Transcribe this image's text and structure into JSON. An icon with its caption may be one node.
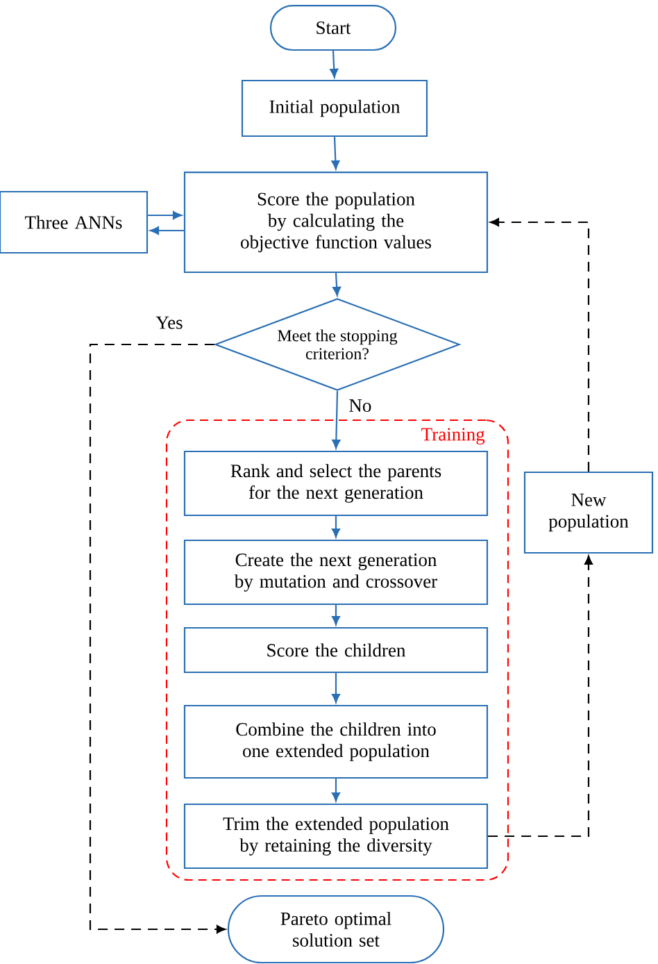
{
  "diagram": {
    "nodes": [
      {
        "text": [
          "Start"
        ]
      },
      {
        "text": [
          "Initial population"
        ]
      },
      {
        "text": [
          "Score the population by calculating the objective function values"
        ]
      },
      {
        "text": [
          "Three ANNs"
        ]
      },
      {
        "text": [
          "Meet the stopping criterion?"
        ]
      },
      {
        "text": [
          "Training"
        ]
      },
      {
        "text": [
          "Rank and select the parents for the next generation"
        ],
        "in": 5
      },
      {
        "text": [
          "Create the next generation by mutation and crossover"
        ],
        "in": 5
      },
      {
        "text": [
          "Score the children"
        ],
        "in": 5
      },
      {
        "text": [
          "Combine the children into one extended population"
        ],
        "in": 5
      },
      {
        "text": [
          "Trim the extended population by retaining the diversity"
        ],
        "in": 5
      },
      {
        "text": [
          "New population"
        ]
      },
      {
        "text": [
          "Pareto optimal solution set"
        ]
      }
    ],
    "edges": [
      {
        "from": 0,
        "to": 1,
        "arrow": "to"
      },
      {
        "from": 1,
        "to": 2,
        "arrow": "to"
      },
      {
        "from": 3,
        "to": 2,
        "arrow": "to"
      },
      {
        "from": 2,
        "to": 3,
        "arrow": "to"
      },
      {
        "from": 2,
        "to": 4,
        "arrow": "to"
      },
      {
        "from": 4,
        "to": 6,
        "arrow": "to",
        "label": "No"
      },
      {
        "from": 4,
        "to": 12,
        "arrow": "to",
        "label": "Yes",
        "style": "dashed",
        "color": "#000000"
      },
      {
        "from": 6,
        "to": 7,
        "arrow": "to"
      },
      {
        "from": 7,
        "to": 8,
        "arrow": "to"
      },
      {
        "from": 8,
        "to": 9,
        "arrow": "to"
      },
      {
        "from": 9,
        "to": 10,
        "arrow": "to"
      },
      {
        "from": 10,
        "to": 11,
        "arrow": "to",
        "style": "dashed",
        "color": "#000000"
      },
      {
        "from": 11,
        "to": 2,
        "arrow": "to",
        "style": "dashed",
        "color": "#000000"
      }
    ]
  }
}
